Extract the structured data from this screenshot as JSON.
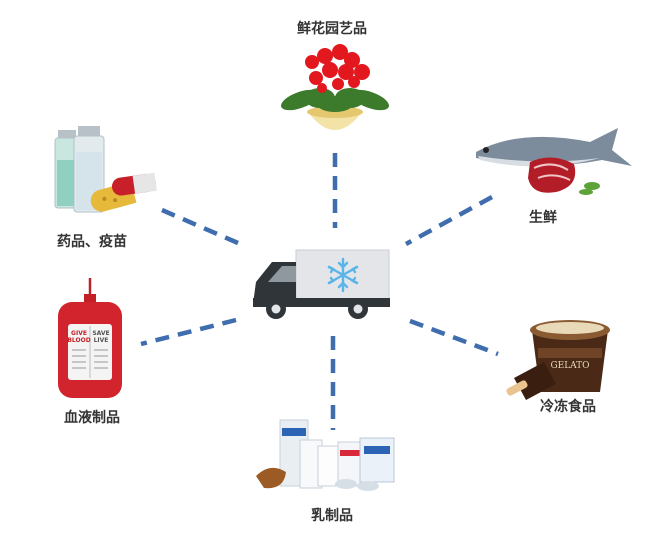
{
  "center": {
    "icon": "refrigerated-truck-icon",
    "badge_icon": "snowflake-icon"
  },
  "categories": {
    "flowers": {
      "label": "鲜花园艺品",
      "icon": "flower-pot-icon"
    },
    "fresh": {
      "label": "生鲜",
      "icon": "fish-and-meat-icon"
    },
    "frozen": {
      "label": "冷冻食品",
      "icon": "ice-cream-icon"
    },
    "dairy": {
      "label": "乳制品",
      "icon": "dairy-products-icon"
    },
    "blood": {
      "label": "血液制品",
      "icon": "blood-bag-icon"
    },
    "medicine": {
      "label": "药品、疫苗",
      "icon": "vaccine-vials-icon"
    }
  },
  "blood_bag_text": {
    "left": "GIVE BLOOD",
    "right": "SAVE LIVE"
  },
  "colors": {
    "connector": "#3F6DAE",
    "truck_body": "#2F3538",
    "truck_box": "#E3E5E8",
    "snowflake": "#5AB4E8",
    "label_text": "#333333"
  }
}
